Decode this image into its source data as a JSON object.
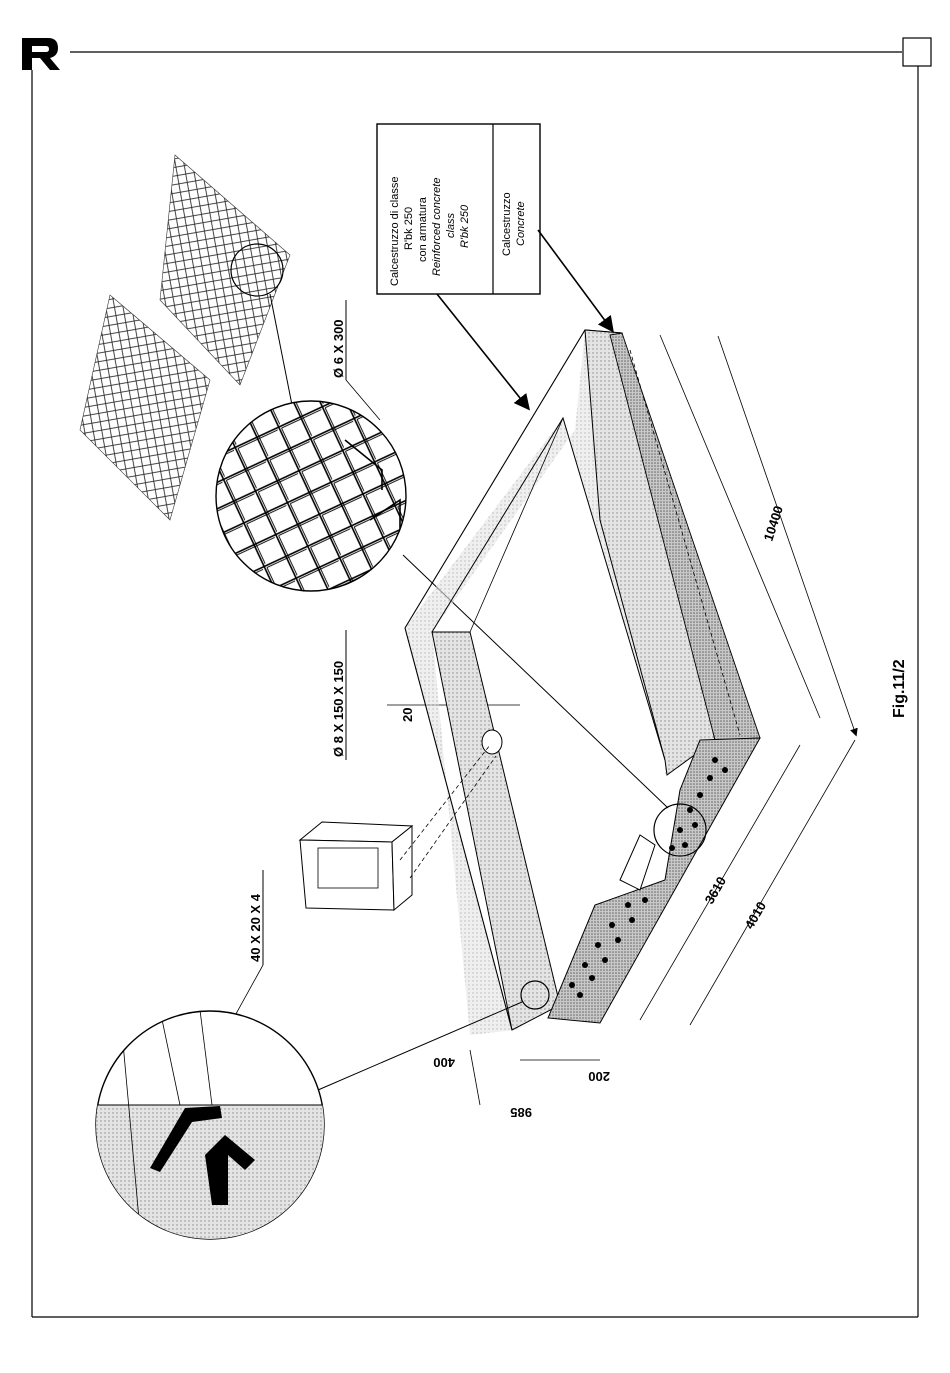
{
  "logo": {
    "icon": "brand-r-logo"
  },
  "figure": {
    "caption": "Fig.11/2"
  },
  "legend": {
    "reinforced": {
      "line1": "Calcestruzzo di classe",
      "line2": "R'bk 250",
      "line3": "con armatura",
      "line4": "Reinforced concrete",
      "line5": "class",
      "line6": "R'bk 250"
    },
    "concrete": {
      "line1": "Calcestruzzo",
      "line2": "Concrete"
    }
  },
  "callouts": {
    "mesh_bar": "Ø 8 X 150 X 150",
    "stirrup": "Ø 6 X 300",
    "angle": "40 X 20 X 4",
    "gap": "20"
  },
  "dimensions": {
    "length": "10400",
    "inner_width": "3610",
    "outer_width": "4010",
    "edge_400": "400",
    "edge_200": "200",
    "edge_985": "985"
  },
  "colors": {
    "line": "#000000",
    "concrete_fill": "#d8d8d8",
    "reinforced_fill": "#bdbdbd",
    "paper": "#ffffff"
  }
}
